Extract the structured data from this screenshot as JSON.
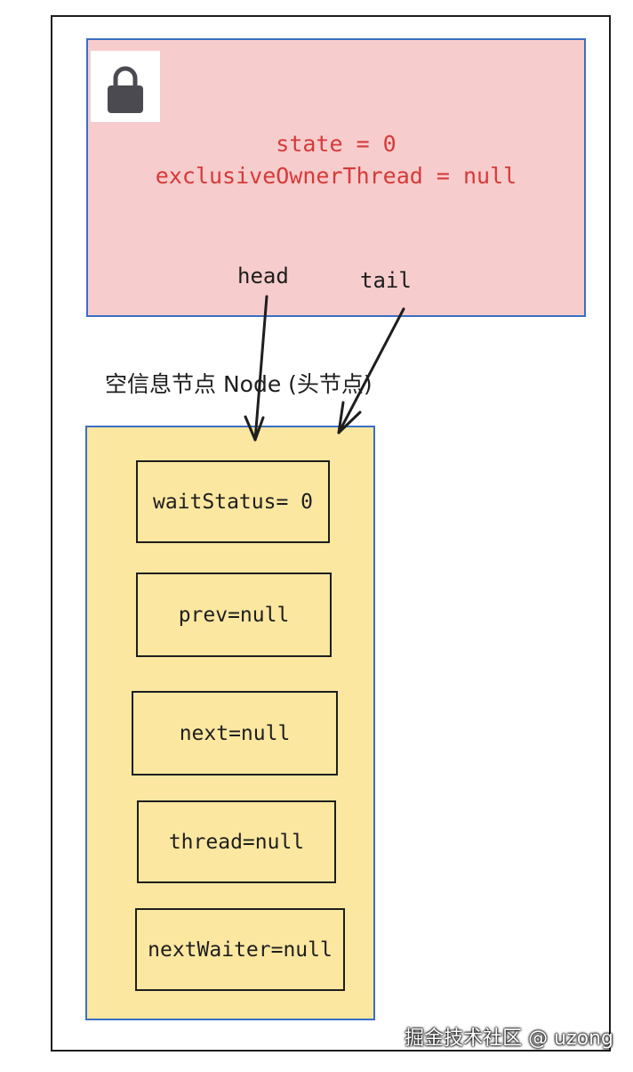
{
  "lock": {
    "icon": "lock-icon",
    "state_line": "state = 0",
    "owner_line": "exclusiveOwnerThread = null",
    "head_label": "head",
    "tail_label": "tail"
  },
  "node": {
    "caption": "空信息节点 Node (头节点)",
    "fields": [
      "waitStatus= 0",
      "prev=null",
      "next=null",
      "thread=null",
      "nextWaiter=null"
    ]
  },
  "watermark": "掘金技术社区 @ uzong",
  "colors": {
    "lock_fill": "#f7cccc",
    "node_fill": "#fbe7a0",
    "border_blue": "#3a6fc4",
    "state_text": "#d63a3a"
  }
}
